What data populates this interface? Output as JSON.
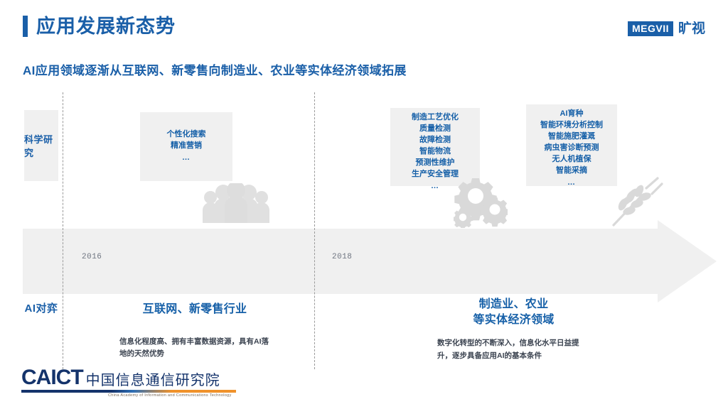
{
  "header": {
    "title": "应用发展新态势",
    "subtitle": "AI应用领域逐渐从互联网、新零售向制造业、农业等实体经济领域拓展",
    "accent_color": "#1a5fa8"
  },
  "brand": {
    "megvii_mark": "MEGVII",
    "megvii_cn": "旷视"
  },
  "row_labels": {
    "top": "科学研究",
    "bottom": "AI对弈"
  },
  "timeline": {
    "years": [
      "2016",
      "2018"
    ],
    "band_color": "#f0f0f0",
    "arrow_direction": "right"
  },
  "cards": [
    {
      "name": "internet-retail-applications",
      "lines": "个性化搜索\n精准营销",
      "dots": "…"
    },
    {
      "name": "manufacturing-applications",
      "lines": "制造工艺优化\n质量检测\n故障检测\n智能物流\n预测性维护\n生产安全管理",
      "dots": "…"
    },
    {
      "name": "agriculture-applications",
      "lines": "AI育种\n智能环境分析控制\n智能施肥灌溉\n病虫害诊断预测\n无人机植保\n智能采摘",
      "dots": "…"
    }
  ],
  "icons": {
    "people": "people-group-icon",
    "gears": "gears-icon",
    "wheat": "wheat-icon"
  },
  "blocks": [
    {
      "title": "互联网、新零售行业",
      "body": "信息化程度高、拥有丰富数据资源，具有AI落地的天然优势"
    },
    {
      "title": "制造业、农业\n等实体经济领域",
      "body": "数字化转型的不断深入，信息化水平日益提升，逐步具备应用AI的基本条件"
    }
  ],
  "footer_logo": {
    "abbr": "CAICT",
    "name_cn": "中国信息通信研究院",
    "name_en": "China Academy of Information and Communications Technology"
  }
}
